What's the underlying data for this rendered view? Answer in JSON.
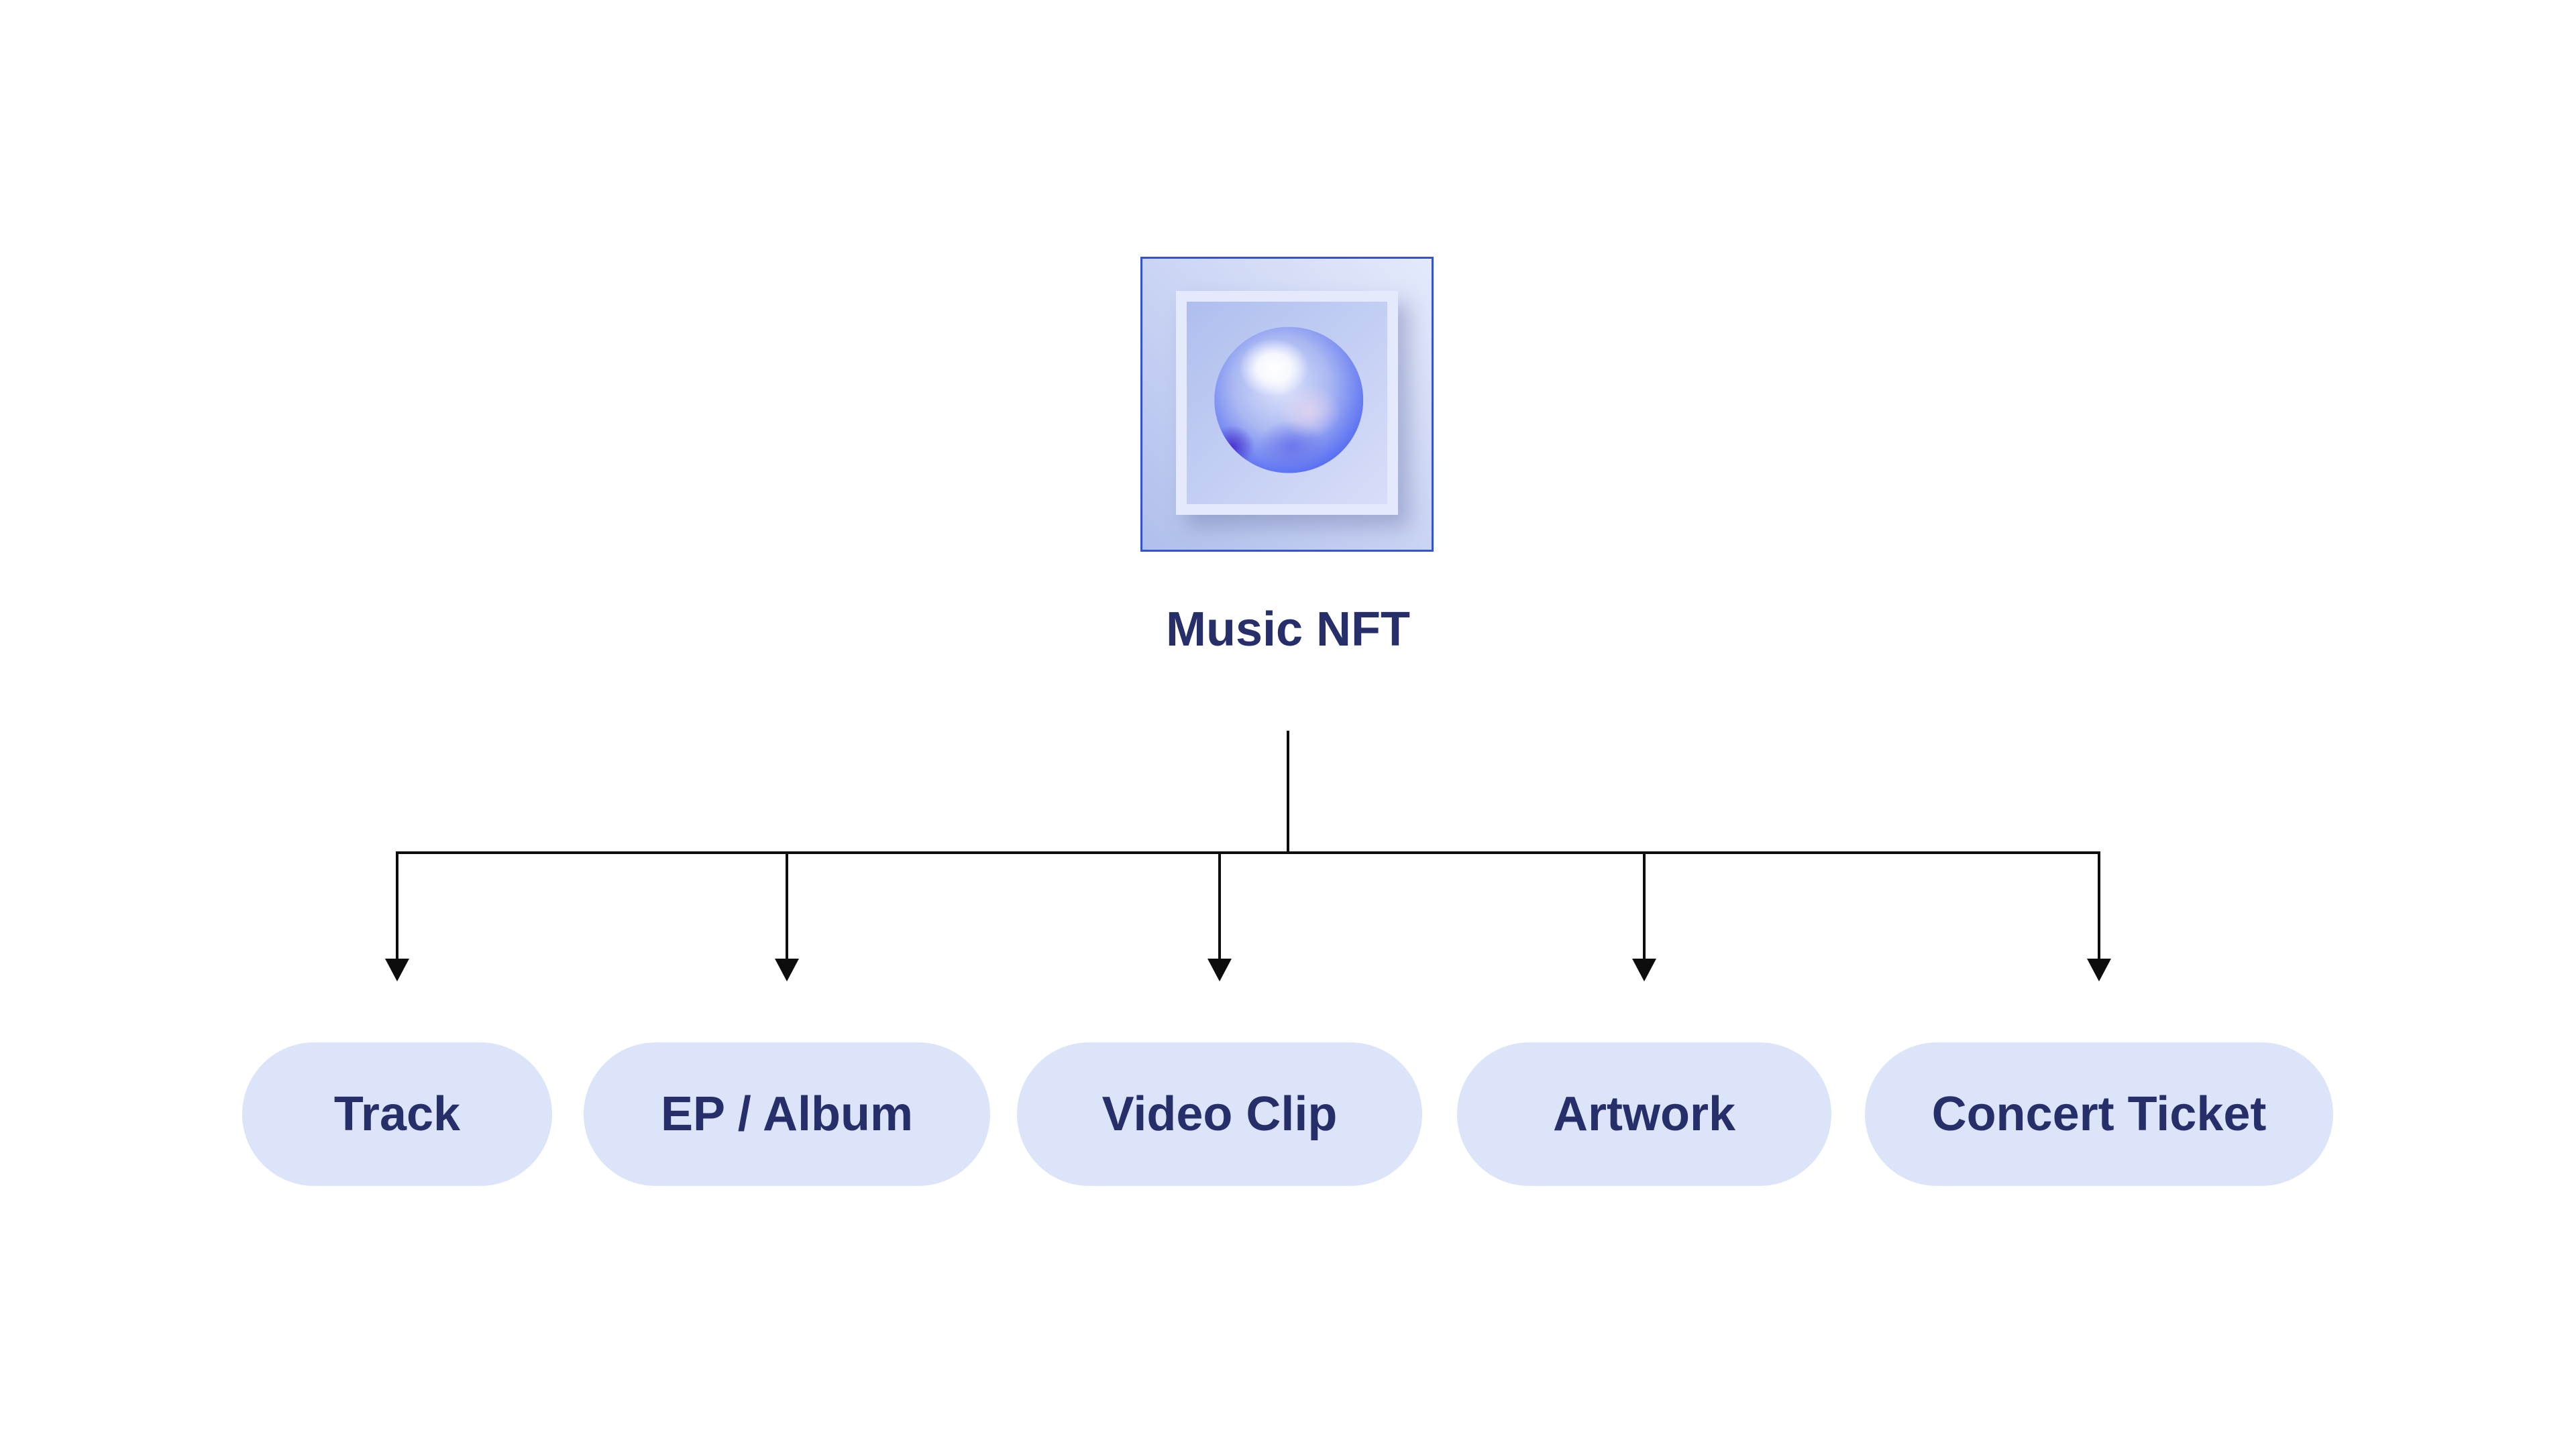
{
  "diagram": {
    "root": {
      "label": "Music NFT",
      "icon": "music-nft-orb-icon"
    },
    "children": [
      {
        "label": "Track"
      },
      {
        "label": "EP / Album"
      },
      {
        "label": "Video Clip"
      },
      {
        "label": "Artwork"
      },
      {
        "label": "Concert Ticket"
      }
    ]
  },
  "colors": {
    "background": "#ffffff",
    "node_fill": "#dce4f9",
    "node_text": "#262f6a",
    "root_label_text": "#262f6a",
    "connector": "#0d0d0d",
    "icon_border": "#3353d2",
    "icon_fill_light": "#e4eafc",
    "icon_fill_dark": "#b0bfec",
    "orb_blue": "#3c5cf5"
  }
}
